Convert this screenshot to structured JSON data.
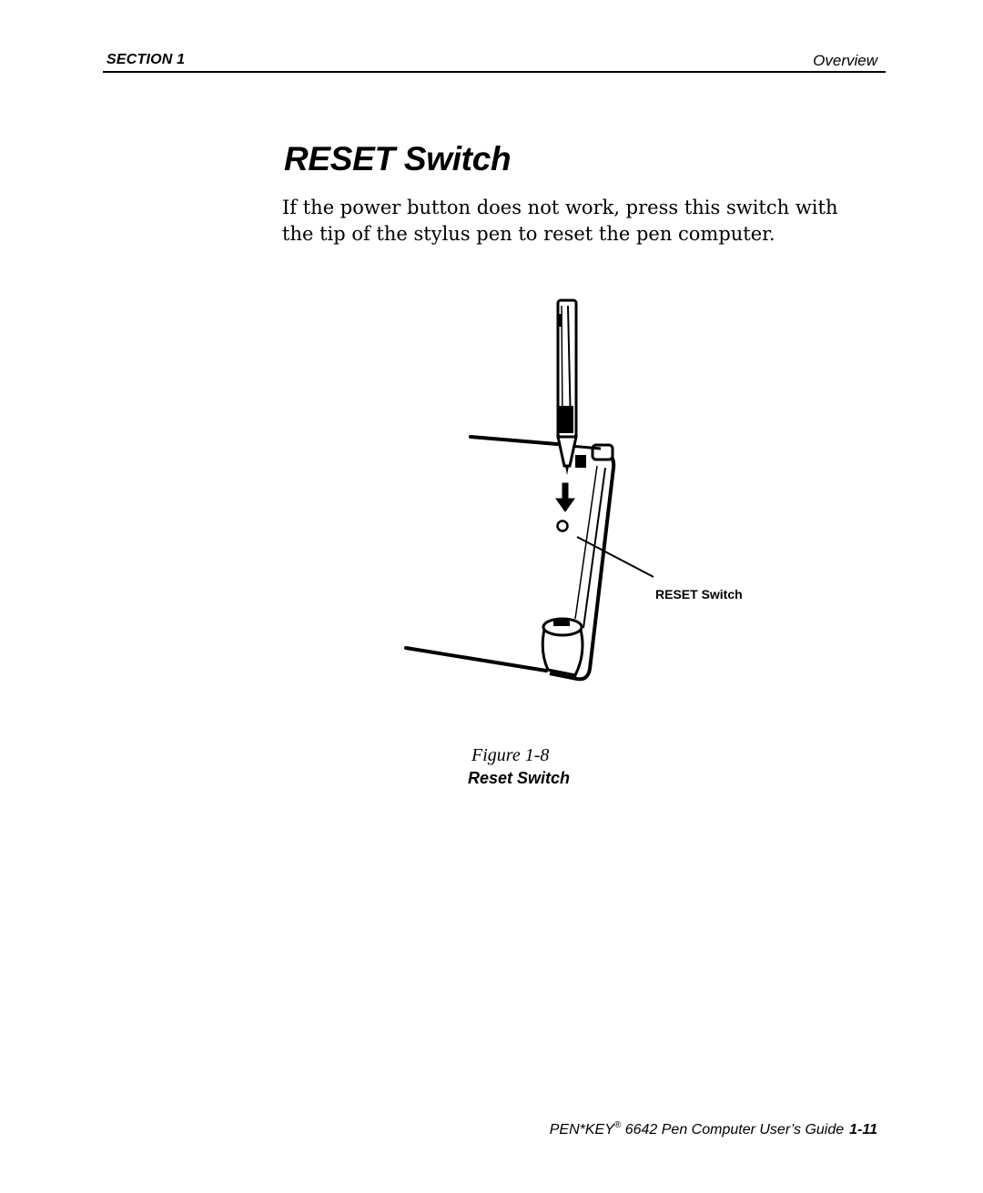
{
  "header": {
    "section_label": "SECTION 1",
    "chapter_label": "Overview"
  },
  "title": "RESET Switch",
  "body_text": "If the power button does not work, press this switch with the tip of the stylus pen to reset the pen computer.",
  "illustration": {
    "callout_label": "RESET Switch"
  },
  "figure": {
    "number": "Figure 1-8",
    "caption": "Reset Switch"
  },
  "footer": {
    "product": "PEN*KEY",
    "registered_mark": "®",
    "guide_title": "6642 Pen Computer User’s Guide",
    "page_number": "1-11"
  }
}
